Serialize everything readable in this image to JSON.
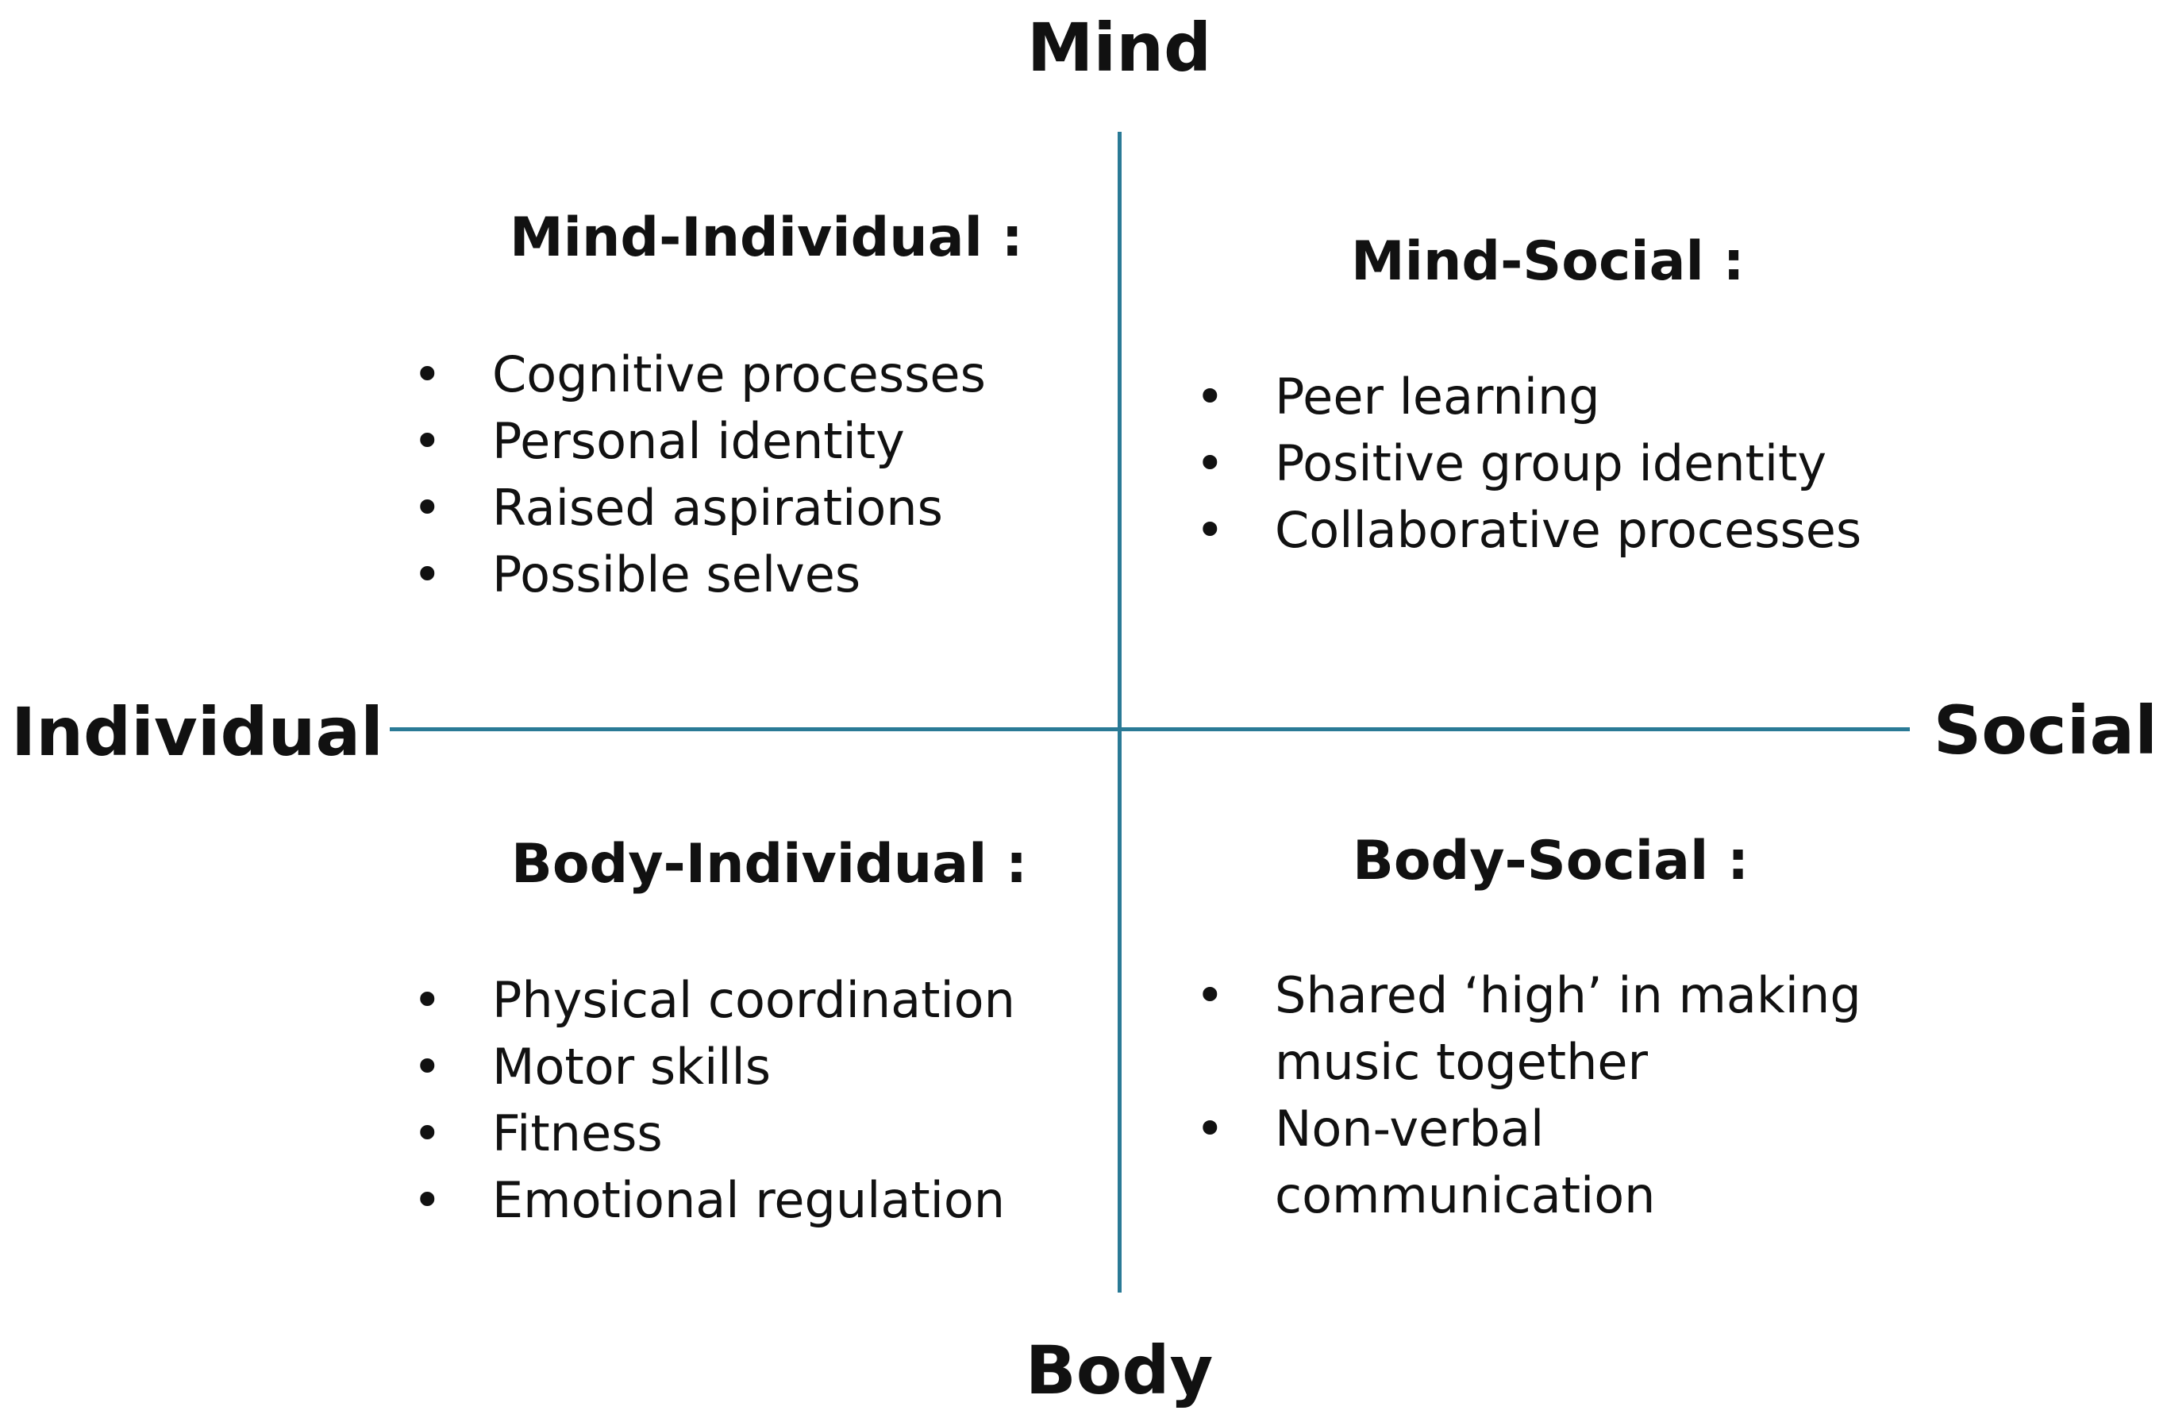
{
  "poles": {
    "top": "Mind",
    "bottom": "Body",
    "left": "Individual",
    "right": "Social"
  },
  "quadrants": {
    "mind_individual": {
      "title": "Mind-Individual :",
      "items": [
        "Cognitive processes",
        "Personal identity",
        "Raised aspirations",
        "Possible selves"
      ]
    },
    "mind_social": {
      "title": "Mind-Social :",
      "items": [
        "Peer learning",
        "Positive group identity",
        "Collaborative processes"
      ]
    },
    "body_individual": {
      "title": "Body-Individual :",
      "items": [
        "Physical coordination",
        "Motor skills",
        "Fitness",
        "Emotional regulation"
      ]
    },
    "body_social": {
      "title": "Body-Social :",
      "items": [
        "Shared ‘high’ in making",
        "music together",
        "Non-verbal",
        "communication"
      ]
    }
  },
  "bullet_char": "•",
  "colors": {
    "axis": "#2a7a96",
    "text": "#111111",
    "background": "#ffffff"
  }
}
